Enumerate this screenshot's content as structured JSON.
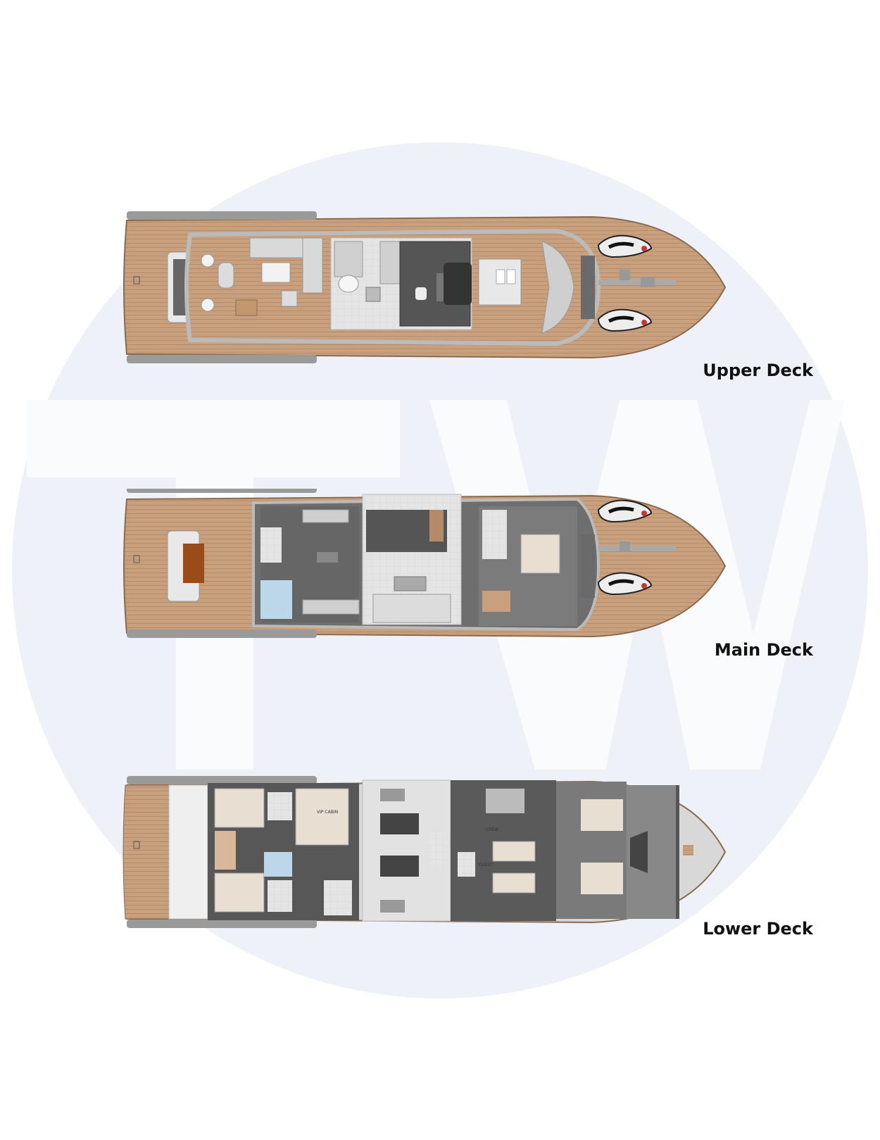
{
  "decks": [
    {
      "id": "upper",
      "label": "Upper Deck"
    },
    {
      "id": "main",
      "label": "Main Deck"
    },
    {
      "id": "lower",
      "label": "Lower Deck"
    }
  ],
  "watermark": {
    "letters": "TW",
    "colors": {
      "circle": "#eef2f8",
      "letters": "#fafbfd"
    }
  },
  "cabin_labels": {
    "vip": "VIP CABIN",
    "guest": "GUEST",
    "crew": "CREW"
  },
  "colors": {
    "teak": "#c9a07e",
    "teak_dark": "#a87f5c",
    "interior": "#6e6e6e",
    "hull": "#d8d8d8",
    "floor_light": "#e2e2e2"
  }
}
